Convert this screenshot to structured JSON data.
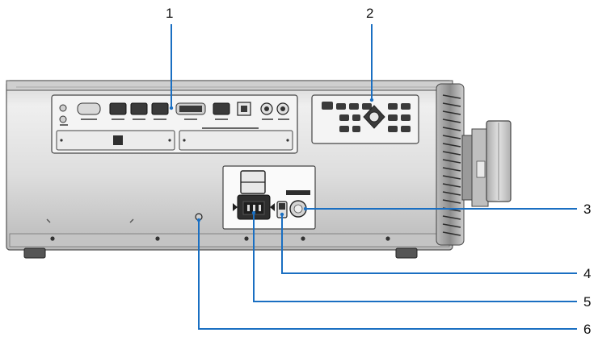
{
  "callouts": {
    "c1": "1",
    "c2": "2",
    "c3": "3",
    "c4": "4",
    "c5": "5",
    "c6": "6"
  },
  "colors": {
    "leader": "#1a6fc2",
    "body_light": "#e6e6e6",
    "body_dark": "#9a9a9a",
    "panel": "#f3f3f3"
  }
}
